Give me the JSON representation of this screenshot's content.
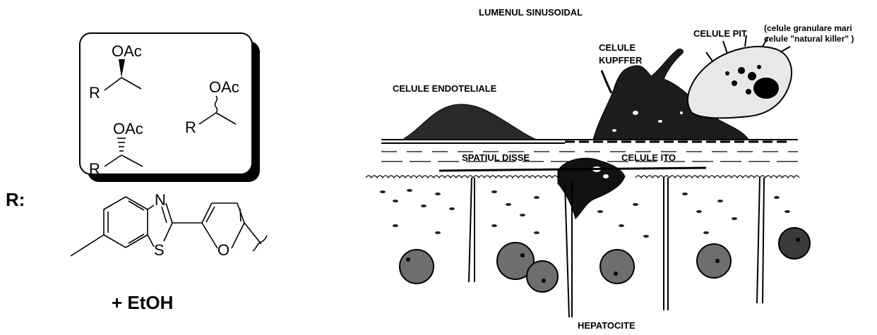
{
  "chem_panel": {
    "oac_1": "OAc",
    "r_1": "R",
    "oac_2": "OAc",
    "r_2": "R",
    "oac_3": "OAc",
    "r_3": "R",
    "r_label": "R:",
    "n_atom": "N",
    "s_atom": "S",
    "o_atom": "O",
    "etoh": "+ EtOH"
  },
  "liver_diagram": {
    "lumen": "LUMENUL SINUSOIDAL",
    "kupffer_1": "CELULE",
    "kupffer_2": "KUPFFER",
    "pit": "CELULE PIT",
    "pit_note_1": "(celule granulare mari",
    "pit_note_2": "celule \"natural killer\" )",
    "endothelial": "CELULE ENDOTELIALE",
    "disse": "SPATIUL DISSE",
    "ito": "CELULE  ITO",
    "hepatocytes": "HEPATOCITE"
  }
}
